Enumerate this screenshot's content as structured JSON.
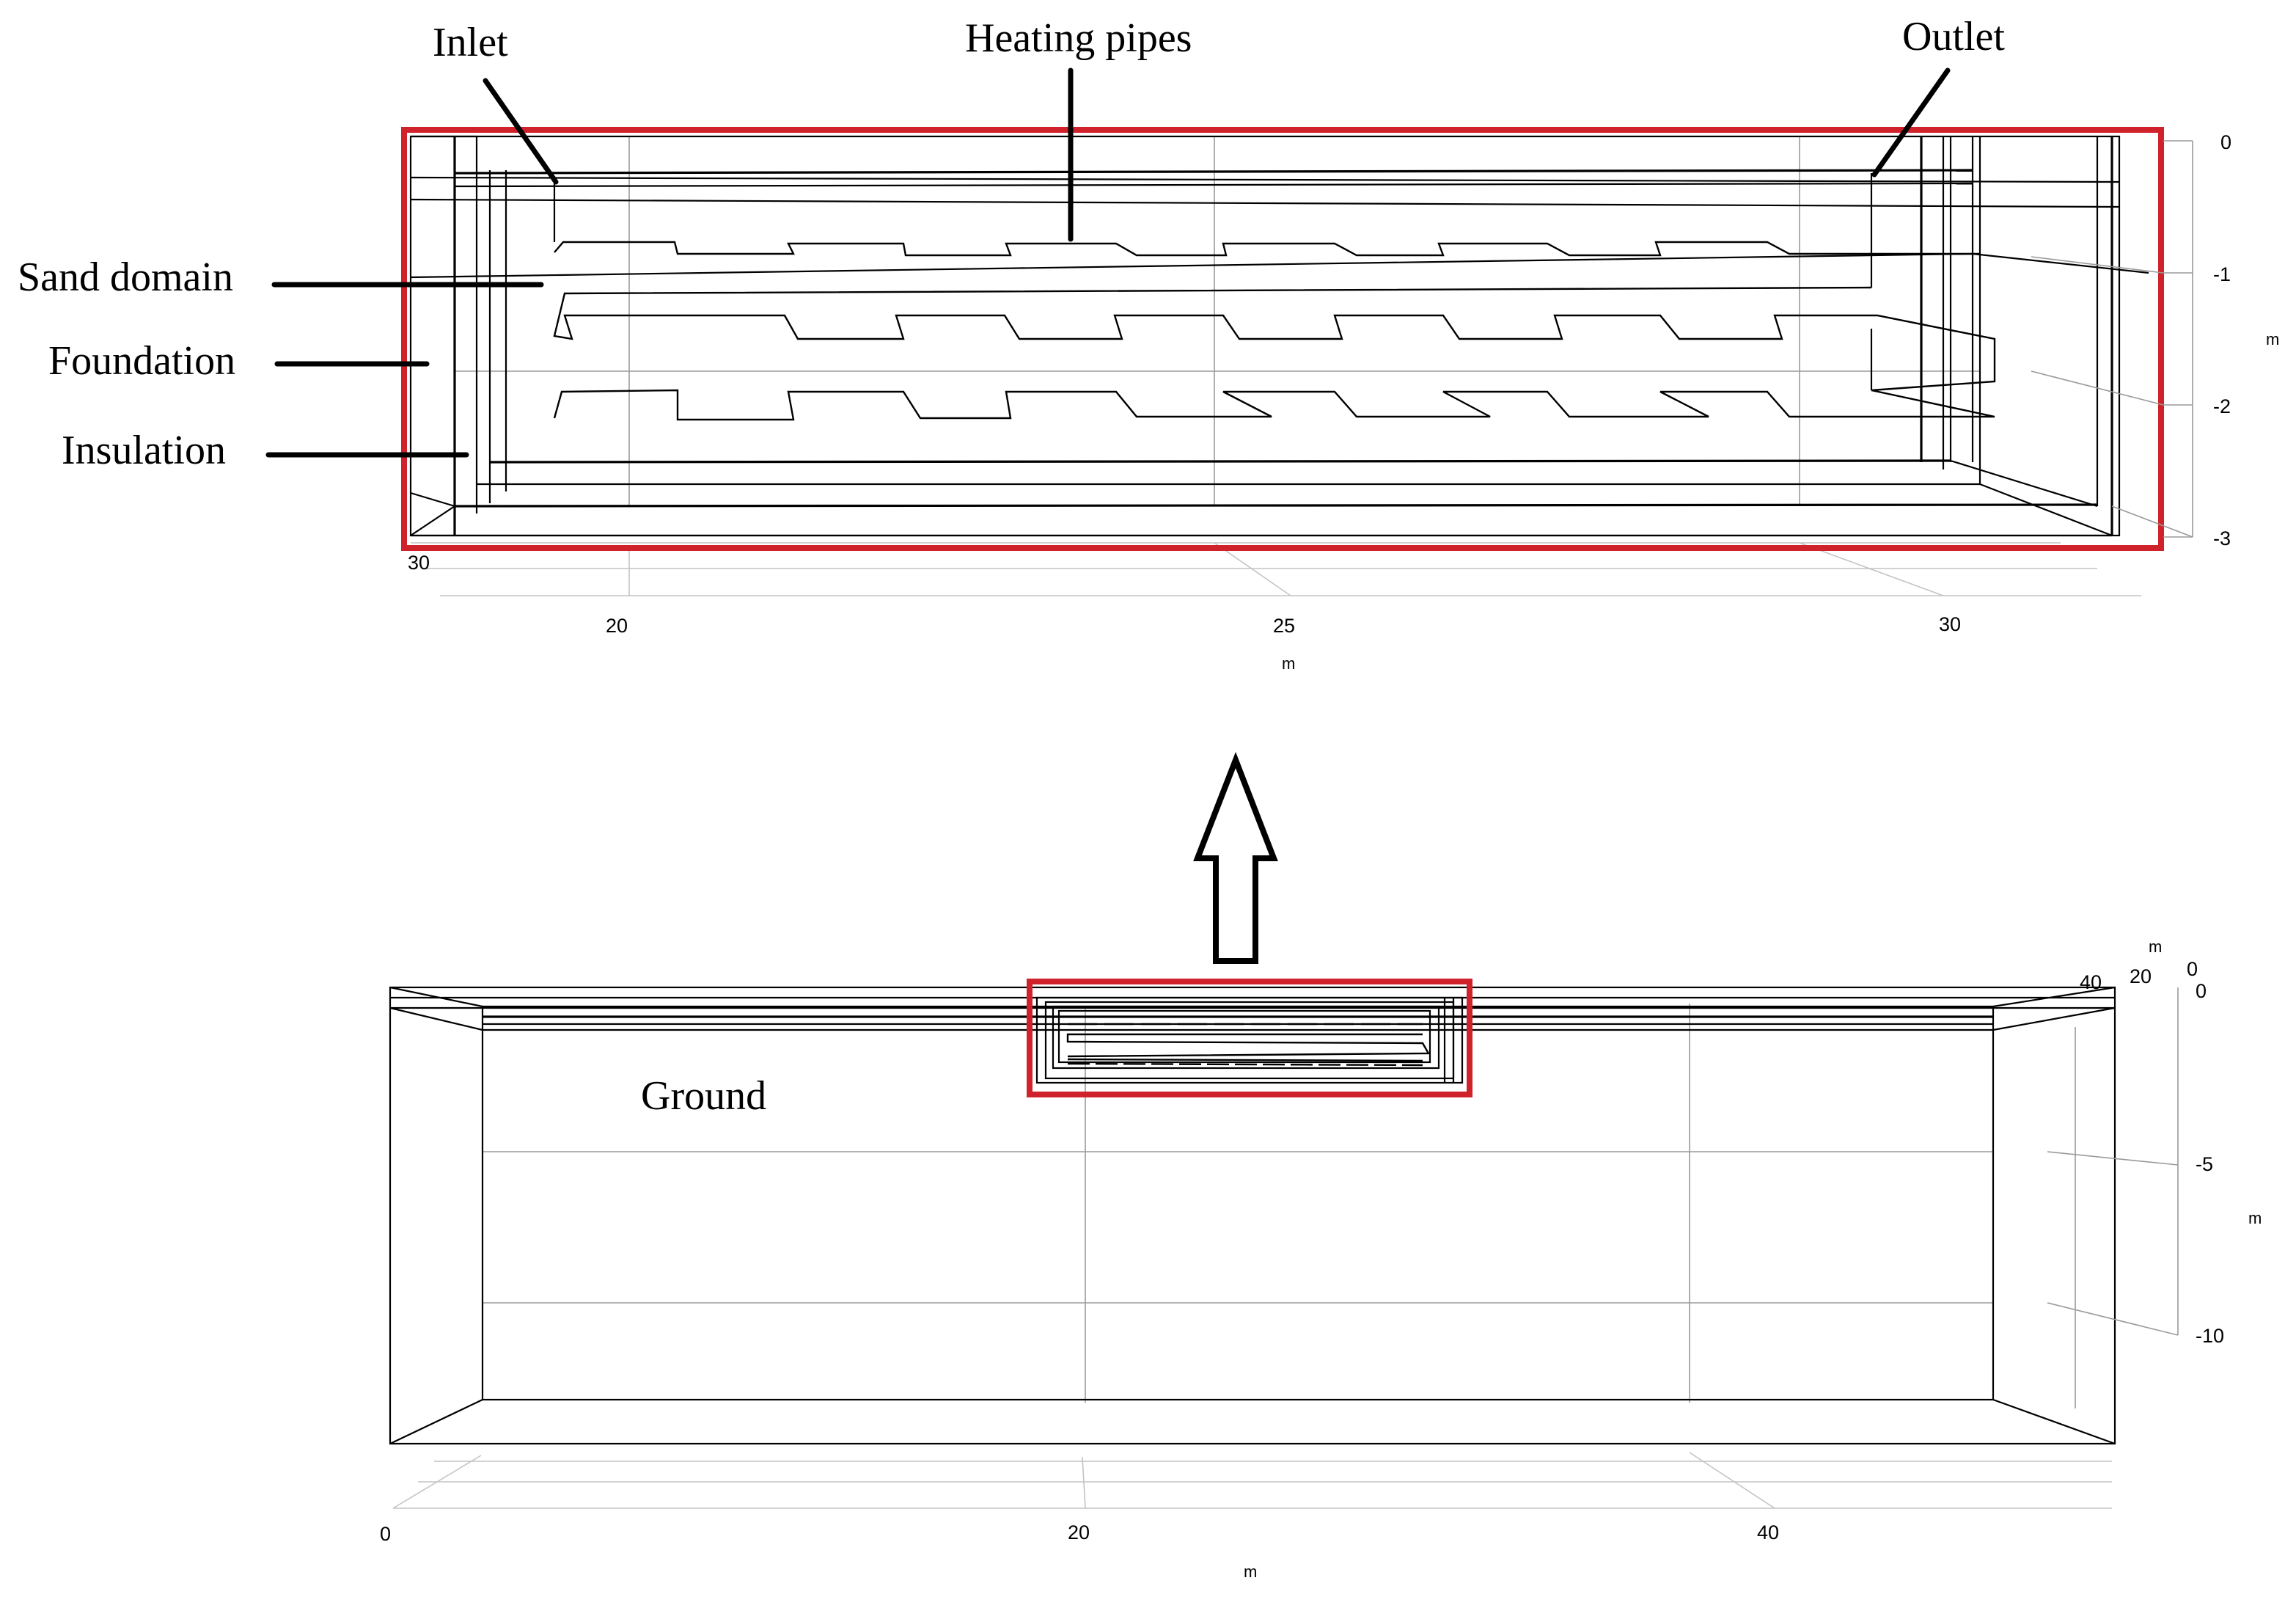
{
  "labels": {
    "inlet": "Inlet",
    "heating_pipes": "Heating pipes",
    "outlet": "Outlet",
    "sand_domain": "Sand domain",
    "foundation": "Foundation",
    "insulation": "Insulation",
    "ground": "Ground"
  },
  "detail_view": {
    "z_ticks": [
      "0",
      "-1",
      "-2",
      "-3"
    ],
    "z_unit": "m",
    "x_ticks": [
      "20",
      "25",
      "30"
    ],
    "x_unit": "m",
    "y_tick": "30"
  },
  "overview": {
    "z_ticks": [
      "0",
      "-5",
      "-10"
    ],
    "z_unit": "m",
    "x_ticks": [
      "0",
      "20",
      "40"
    ],
    "x_unit": "m",
    "y_ticks": [
      "40",
      "20",
      "0"
    ],
    "y_unit": "m"
  },
  "colors": {
    "highlight_frame": "#d0222a",
    "lines": "#000000",
    "grid": "#9a9a9a"
  }
}
